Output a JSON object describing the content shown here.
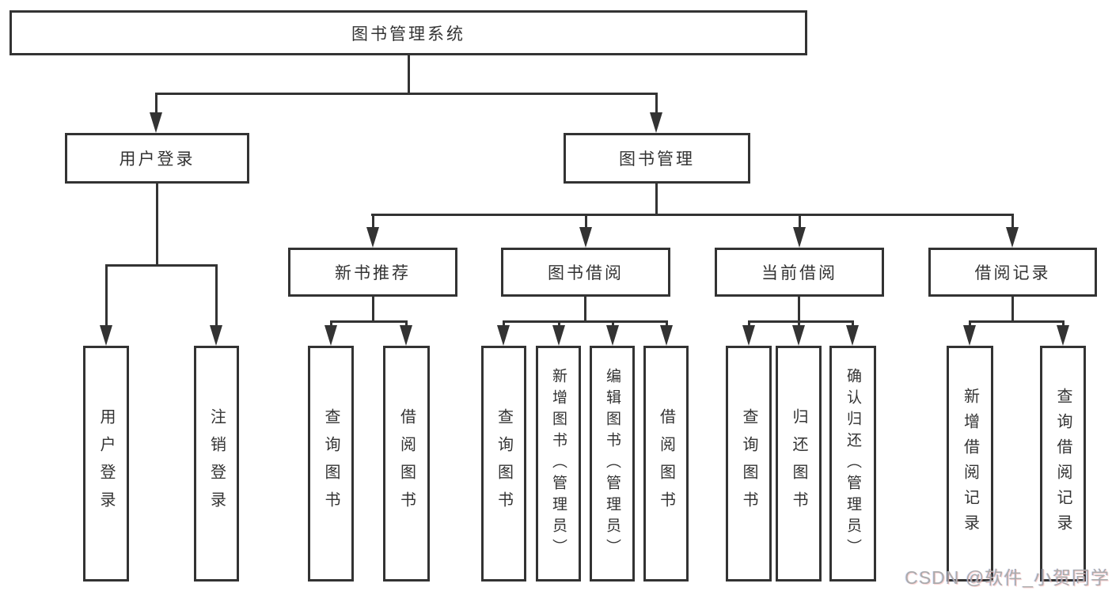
{
  "diagram": {
    "title": "图书管理系统",
    "colors": {
      "line": "#333333",
      "text": "#333333",
      "background": "#ffffff",
      "watermark": "#ababab"
    },
    "root": {
      "label": "图书管理系统"
    },
    "level2": {
      "user_login": {
        "label": "用户登录"
      },
      "book_management": {
        "label": "图书管理"
      }
    },
    "level3": {
      "new_book_recommend": {
        "label": "新书推荐"
      },
      "book_borrow": {
        "label": "图书借阅"
      },
      "current_borrow": {
        "label": "当前借阅"
      },
      "borrow_record": {
        "label": "借阅记录"
      }
    },
    "leaves": {
      "user_login": {
        "label": "用户登录"
      },
      "logout": {
        "label": "注销登录"
      },
      "recommend_query_book": {
        "label": "查询图书"
      },
      "recommend_borrow_book": {
        "label": "借阅图书"
      },
      "borrow_query_book": {
        "label": "查询图书"
      },
      "borrow_add_book_admin": {
        "label": "新增图书（管理员）"
      },
      "borrow_edit_book_admin": {
        "label": "编辑图书（管理员）"
      },
      "borrow_borrow_book": {
        "label": "借阅图书"
      },
      "current_query_book": {
        "label": "查询图书"
      },
      "current_return_book": {
        "label": "归还图书"
      },
      "current_confirm_return_admin": {
        "label": "确认归还（管理员）"
      },
      "record_add_record": {
        "label": "新增借阅记录"
      },
      "record_query_record": {
        "label": "查询借阅记录"
      }
    },
    "watermark": {
      "text": "CSDN @软件_小贺同学"
    }
  }
}
